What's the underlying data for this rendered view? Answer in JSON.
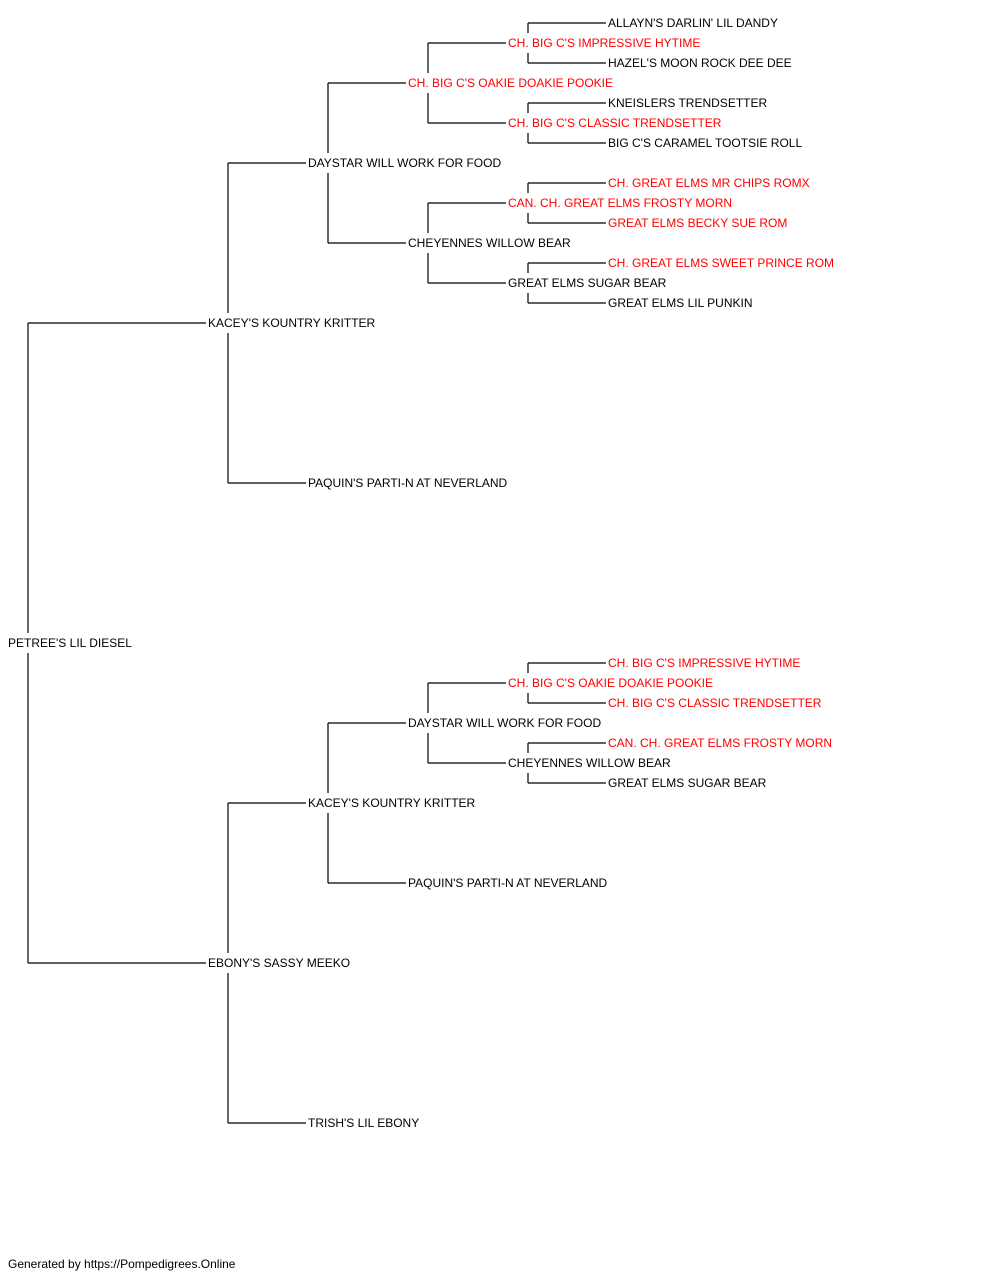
{
  "colors": {
    "champion": "#ff0000",
    "normal": "#000000",
    "connector": "#000000"
  },
  "pedigree": {
    "name": "PETREE'S LIL DIESEL",
    "children": [
      {
        "name": "KACEY'S KOUNTRY KRITTER",
        "children": [
          {
            "name": "DAYSTAR WILL WORK FOR FOOD",
            "children": [
              {
                "name": "CH. BIG C'S OAKIE DOAKIE POOKIE",
                "champion": true,
                "children": [
                  {
                    "name": "CH. BIG C'S IMPRESSIVE HYTIME",
                    "champion": true,
                    "children": [
                      {
                        "name": "ALLAYN'S DARLIN' LIL DANDY"
                      },
                      {
                        "name": "HAZEL'S MOON ROCK DEE DEE"
                      }
                    ]
                  },
                  {
                    "name": "CH. BIG C'S CLASSIC TRENDSETTER",
                    "champion": true,
                    "children": [
                      {
                        "name": "KNEISLERS TRENDSETTER"
                      },
                      {
                        "name": "BIG C'S CARAMEL TOOTSIE ROLL"
                      }
                    ]
                  }
                ]
              },
              {
                "name": "CHEYENNES WILLOW BEAR",
                "children": [
                  {
                    "name": "CAN. CH. GREAT ELMS FROSTY MORN",
                    "champion": true,
                    "children": [
                      {
                        "name": "CH. GREAT ELMS MR CHIPS ROMX",
                        "champion": true
                      },
                      {
                        "name": "GREAT ELMS BECKY SUE ROM",
                        "champion": true
                      }
                    ]
                  },
                  {
                    "name": "GREAT ELMS SUGAR BEAR",
                    "children": [
                      {
                        "name": "CH. GREAT ELMS SWEET PRINCE ROM",
                        "champion": true
                      },
                      {
                        "name": "GREAT ELMS LIL PUNKIN"
                      }
                    ]
                  }
                ]
              }
            ]
          },
          {
            "name": "PAQUIN'S PARTI-N AT NEVERLAND"
          }
        ]
      },
      {
        "name": "EBONY'S SASSY MEEKO",
        "children": [
          {
            "name": "KACEY'S KOUNTRY KRITTER",
            "children": [
              {
                "name": "DAYSTAR WILL WORK FOR FOOD",
                "children": [
                  {
                    "name": "CH. BIG C'S OAKIE DOAKIE POOKIE",
                    "champion": true,
                    "children": [
                      {
                        "name": "CH. BIG C'S IMPRESSIVE HYTIME",
                        "champion": true
                      },
                      {
                        "name": "CH. BIG C'S CLASSIC TRENDSETTER",
                        "champion": true
                      }
                    ]
                  },
                  {
                    "name": "CHEYENNES WILLOW BEAR",
                    "children": [
                      {
                        "name": "CAN. CH. GREAT ELMS FROSTY MORN",
                        "champion": true
                      },
                      {
                        "name": "GREAT ELMS SUGAR BEAR"
                      }
                    ]
                  }
                ]
              },
              {
                "name": "PAQUIN'S PARTI-N AT NEVERLAND"
              }
            ]
          },
          {
            "name": "TRISH'S LIL EBONY"
          }
        ]
      }
    ]
  },
  "footer": "Generated by https://Pompedigrees.Online"
}
